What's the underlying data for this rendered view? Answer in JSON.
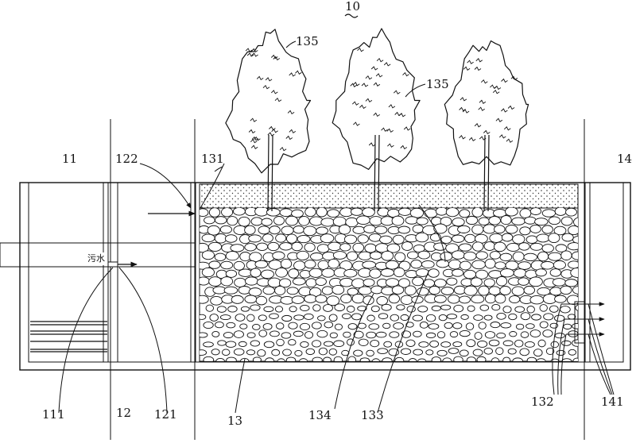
{
  "figure": {
    "number": "10",
    "tilde": "~"
  },
  "labels": {
    "l11": "11",
    "l12": "12",
    "l13": "13",
    "l14": "14",
    "l111": "111",
    "l121": "121",
    "l122": "122",
    "l131": "131",
    "l132": "132",
    "l133": "133",
    "l134": "134",
    "l135a": "135",
    "l135b": "135",
    "l141": "141",
    "sewage": "污水"
  },
  "colors": {
    "line": "#111111",
    "background": "#ffffff",
    "soil_dots": "#333333"
  },
  "icons": {
    "tree": "tree-icon",
    "arrow": "arrow-icon",
    "stones": "gravel-stone-texture"
  }
}
